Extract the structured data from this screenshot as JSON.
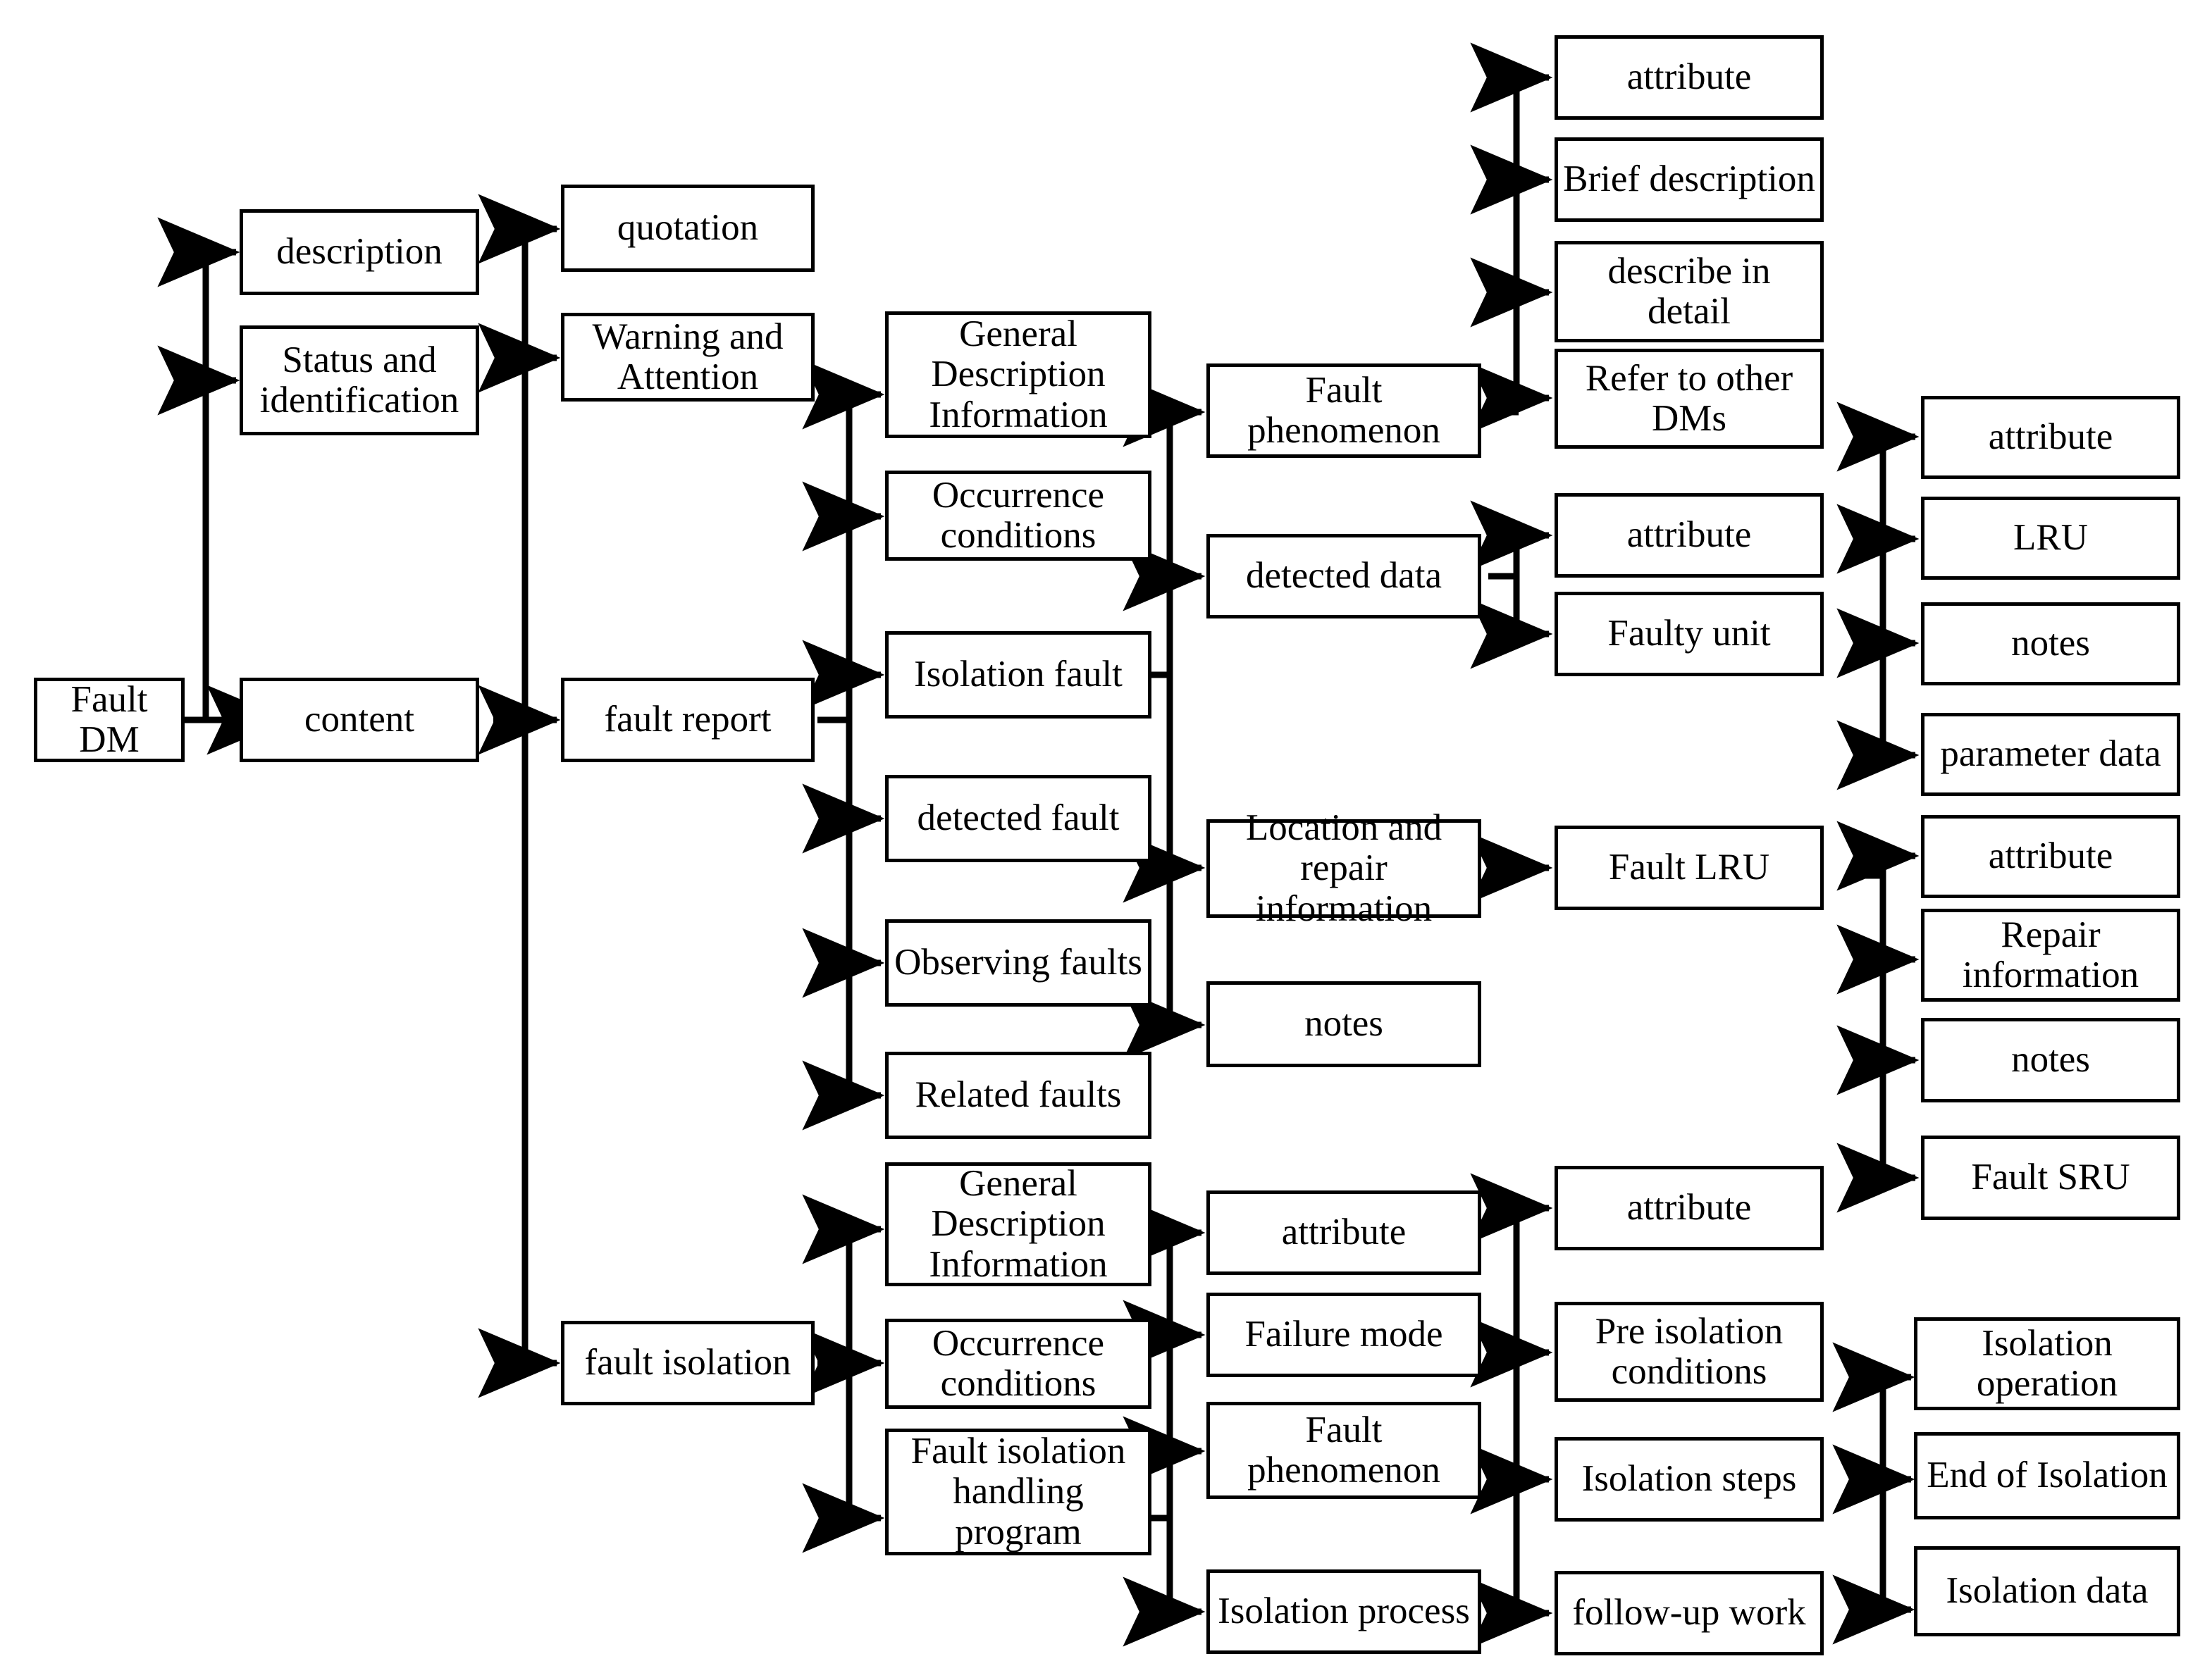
{
  "diagram": {
    "title": "Fault DM information structure",
    "stroke_color": "#000000",
    "fill_color": "#ffffff",
    "nodes": {
      "fault_dm": "Fault\nDM",
      "description": "description",
      "status_identification": "Status and\nidentification",
      "content": "content",
      "quotation": "quotation",
      "warning_attention": "Warning and\nAttention",
      "fault_report": "fault report",
      "fault_isolation": "fault isolation",
      "fr_general_description": "General\nDescription\nInformation",
      "fr_occurrence_conditions": "Occurrence\nconditions",
      "fr_isolation_fault": "Isolation fault",
      "fr_detected_fault": "detected fault",
      "fr_observing_faults": "Observing faults",
      "fr_related_faults": "Related faults",
      "fault_phenomenon": "Fault\nphenomenon",
      "detected_data": "detected data",
      "location_repair_information": "Location and\nrepair\ninformation",
      "notes_if": "notes",
      "fp_attribute": "attribute",
      "fp_brief_description": "Brief description",
      "fp_describe_in_detail": "describe in\ndetail",
      "fp_refer_other_dms": "Refer to other\nDMs",
      "dd_attribute": "attribute",
      "dd_faulty_unit": "Faulty unit",
      "fu_attribute": "attribute",
      "fu_lru": "LRU",
      "fu_notes": "notes",
      "fu_parameter_data": "parameter data",
      "fault_lru": "Fault LRU",
      "flru_attribute": "attribute",
      "flru_repair_information": "Repair\ninformation",
      "flru_notes": "notes",
      "flru_fault_sru": "Fault SRU",
      "fi_general_description": "General\nDescription\nInformation",
      "fi_occurrence_conditions": "Occurrence\nconditions",
      "fi_handling_program": "Fault isolation\nhandling\nprogram",
      "hp_attribute": "attribute",
      "hp_failure_mode": "Failure mode",
      "hp_fault_phenomenon": "Fault\nphenomenon",
      "hp_isolation_process": "Isolation process",
      "ip_attribute": "attribute",
      "ip_pre_isolation_conditions": "Pre isolation\nconditions",
      "ip_isolation_steps": "Isolation steps",
      "ip_follow_up_work": "follow-up work",
      "is_isolation_operation": "Isolation\noperation",
      "is_end_of_isolation": "End of Isolation",
      "is_isolation_data": "Isolation data"
    },
    "edges": [
      {
        "from": "fault_dm",
        "to": "description"
      },
      {
        "from": "fault_dm",
        "to": "status_identification"
      },
      {
        "from": "fault_dm",
        "to": "content"
      },
      {
        "from": "content",
        "to": "quotation"
      },
      {
        "from": "content",
        "to": "warning_attention"
      },
      {
        "from": "content",
        "to": "fault_report"
      },
      {
        "from": "content",
        "to": "fault_isolation"
      },
      {
        "from": "fault_report",
        "to": "fr_general_description"
      },
      {
        "from": "fault_report",
        "to": "fr_occurrence_conditions"
      },
      {
        "from": "fault_report",
        "to": "fr_isolation_fault"
      },
      {
        "from": "fault_report",
        "to": "fr_detected_fault"
      },
      {
        "from": "fault_report",
        "to": "fr_observing_faults"
      },
      {
        "from": "fault_report",
        "to": "fr_related_faults"
      },
      {
        "from": "fr_isolation_fault",
        "to": "fault_phenomenon"
      },
      {
        "from": "fr_isolation_fault",
        "to": "detected_data"
      },
      {
        "from": "fr_isolation_fault",
        "to": "location_repair_information"
      },
      {
        "from": "fr_isolation_fault",
        "to": "notes_if"
      },
      {
        "from": "fault_phenomenon",
        "to": "fp_attribute"
      },
      {
        "from": "fault_phenomenon",
        "to": "fp_brief_description"
      },
      {
        "from": "fault_phenomenon",
        "to": "fp_describe_in_detail"
      },
      {
        "from": "fault_phenomenon",
        "to": "fp_refer_other_dms"
      },
      {
        "from": "detected_data",
        "to": "dd_attribute"
      },
      {
        "from": "detected_data",
        "to": "dd_faulty_unit"
      },
      {
        "from": "dd_faulty_unit",
        "to": "fu_attribute"
      },
      {
        "from": "dd_faulty_unit",
        "to": "fu_lru"
      },
      {
        "from": "dd_faulty_unit",
        "to": "fu_notes"
      },
      {
        "from": "dd_faulty_unit",
        "to": "fu_parameter_data"
      },
      {
        "from": "location_repair_information",
        "to": "fault_lru"
      },
      {
        "from": "fault_lru",
        "to": "flru_attribute"
      },
      {
        "from": "fault_lru",
        "to": "flru_repair_information"
      },
      {
        "from": "fault_lru",
        "to": "flru_notes"
      },
      {
        "from": "fault_lru",
        "to": "flru_fault_sru"
      },
      {
        "from": "fault_isolation",
        "to": "fi_general_description"
      },
      {
        "from": "fault_isolation",
        "to": "fi_occurrence_conditions"
      },
      {
        "from": "fault_isolation",
        "to": "fi_handling_program"
      },
      {
        "from": "fi_handling_program",
        "to": "hp_attribute"
      },
      {
        "from": "fi_handling_program",
        "to": "hp_failure_mode"
      },
      {
        "from": "fi_handling_program",
        "to": "hp_fault_phenomenon"
      },
      {
        "from": "fi_handling_program",
        "to": "hp_isolation_process"
      },
      {
        "from": "hp_isolation_process",
        "to": "ip_attribute"
      },
      {
        "from": "hp_isolation_process",
        "to": "ip_pre_isolation_conditions"
      },
      {
        "from": "hp_isolation_process",
        "to": "ip_isolation_steps"
      },
      {
        "from": "hp_isolation_process",
        "to": "ip_follow_up_work"
      },
      {
        "from": "ip_isolation_steps",
        "to": "is_isolation_operation"
      },
      {
        "from": "ip_isolation_steps",
        "to": "is_end_of_isolation"
      },
      {
        "from": "ip_isolation_steps",
        "to": "is_isolation_data"
      }
    ]
  }
}
